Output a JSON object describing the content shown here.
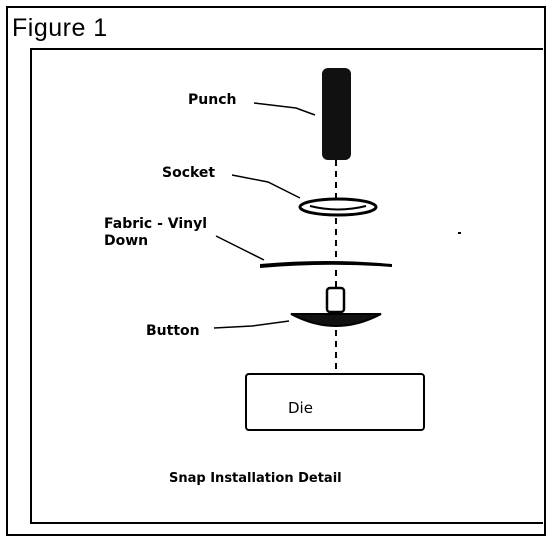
{
  "figure": {
    "title": "Figure 1",
    "caption": "Snap Installation Detail"
  },
  "labels": {
    "punch": "Punch",
    "socket": "Socket",
    "fabric_line1": "Fabric - Vinyl",
    "fabric_line2": "Down",
    "button": "Button",
    "die": "Die"
  }
}
